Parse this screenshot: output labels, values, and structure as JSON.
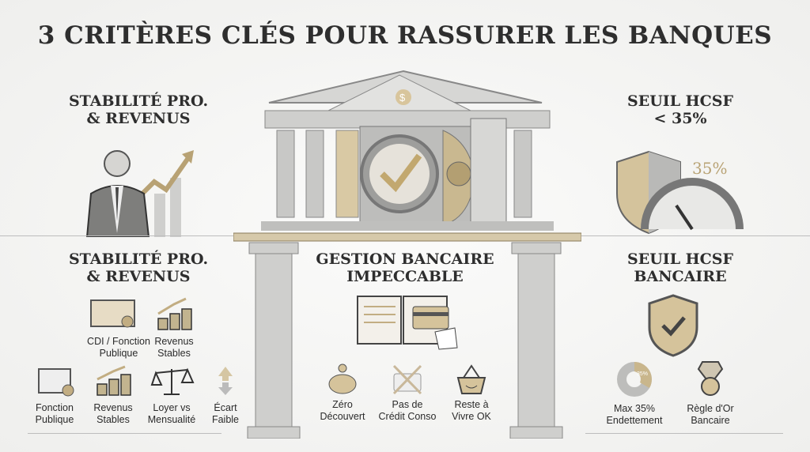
{
  "title": "3 CRITÈRES CLÉS POUR RASSURER LES BANQUES",
  "top_left": {
    "line1": "STABILITÉ PRO.",
    "line2": "& REVENUS"
  },
  "top_right": {
    "line1": "SEUIL HCSF",
    "line2": "< 35%",
    "gauge_value": "35%"
  },
  "bank": {
    "vault_sign": "$"
  },
  "left": {
    "line1": "STABILITÉ PRO.",
    "line2": "& REVENUS",
    "items": [
      {
        "icon": "certificate-icon",
        "l1": "CDI / Fonction",
        "l2": "Publique"
      },
      {
        "icon": "coins-growth-icon",
        "l1": "Revenus",
        "l2": "Stables"
      },
      {
        "icon": "certificate-icon",
        "l1": "Fonction",
        "l2": "Publique"
      },
      {
        "icon": "coins-growth-icon",
        "l1": "Revenus",
        "l2": "Stables"
      },
      {
        "icon": "scale-icon",
        "l1": "Loyer vs",
        "l2": "Mensualité"
      },
      {
        "icon": "up-down-arrows-icon",
        "l1": "Écart",
        "l2": "Faible"
      }
    ]
  },
  "center": {
    "line1": "GESTION BANCAIRE",
    "line2": "IMPECCABLE",
    "items": [
      {
        "icon": "piggy-bank-icon",
        "l1": "Zéro",
        "l2": "Découvert"
      },
      {
        "icon": "crossed-card-icon",
        "l1": "Pas de",
        "l2": "Crédit Conso"
      },
      {
        "icon": "smiling-basket-icon",
        "l1": "Reste à",
        "l2": "Vivre OK"
      }
    ]
  },
  "right": {
    "line1": "SEUIL HCSF",
    "line2": "BANCAIRE",
    "items": [
      {
        "icon": "donut-35-icon",
        "l1": "Max 35%",
        "l2": "Endettement",
        "donut_label": "35%",
        "donut_fraction": 0.35
      },
      {
        "icon": "medal-icon",
        "l1": "Règle d'Or",
        "l2": "Bancaire"
      }
    ]
  },
  "colors": {
    "gold": "#c2ad82",
    "stone": "#a8a8a6",
    "dark": "#2e2e2e"
  }
}
